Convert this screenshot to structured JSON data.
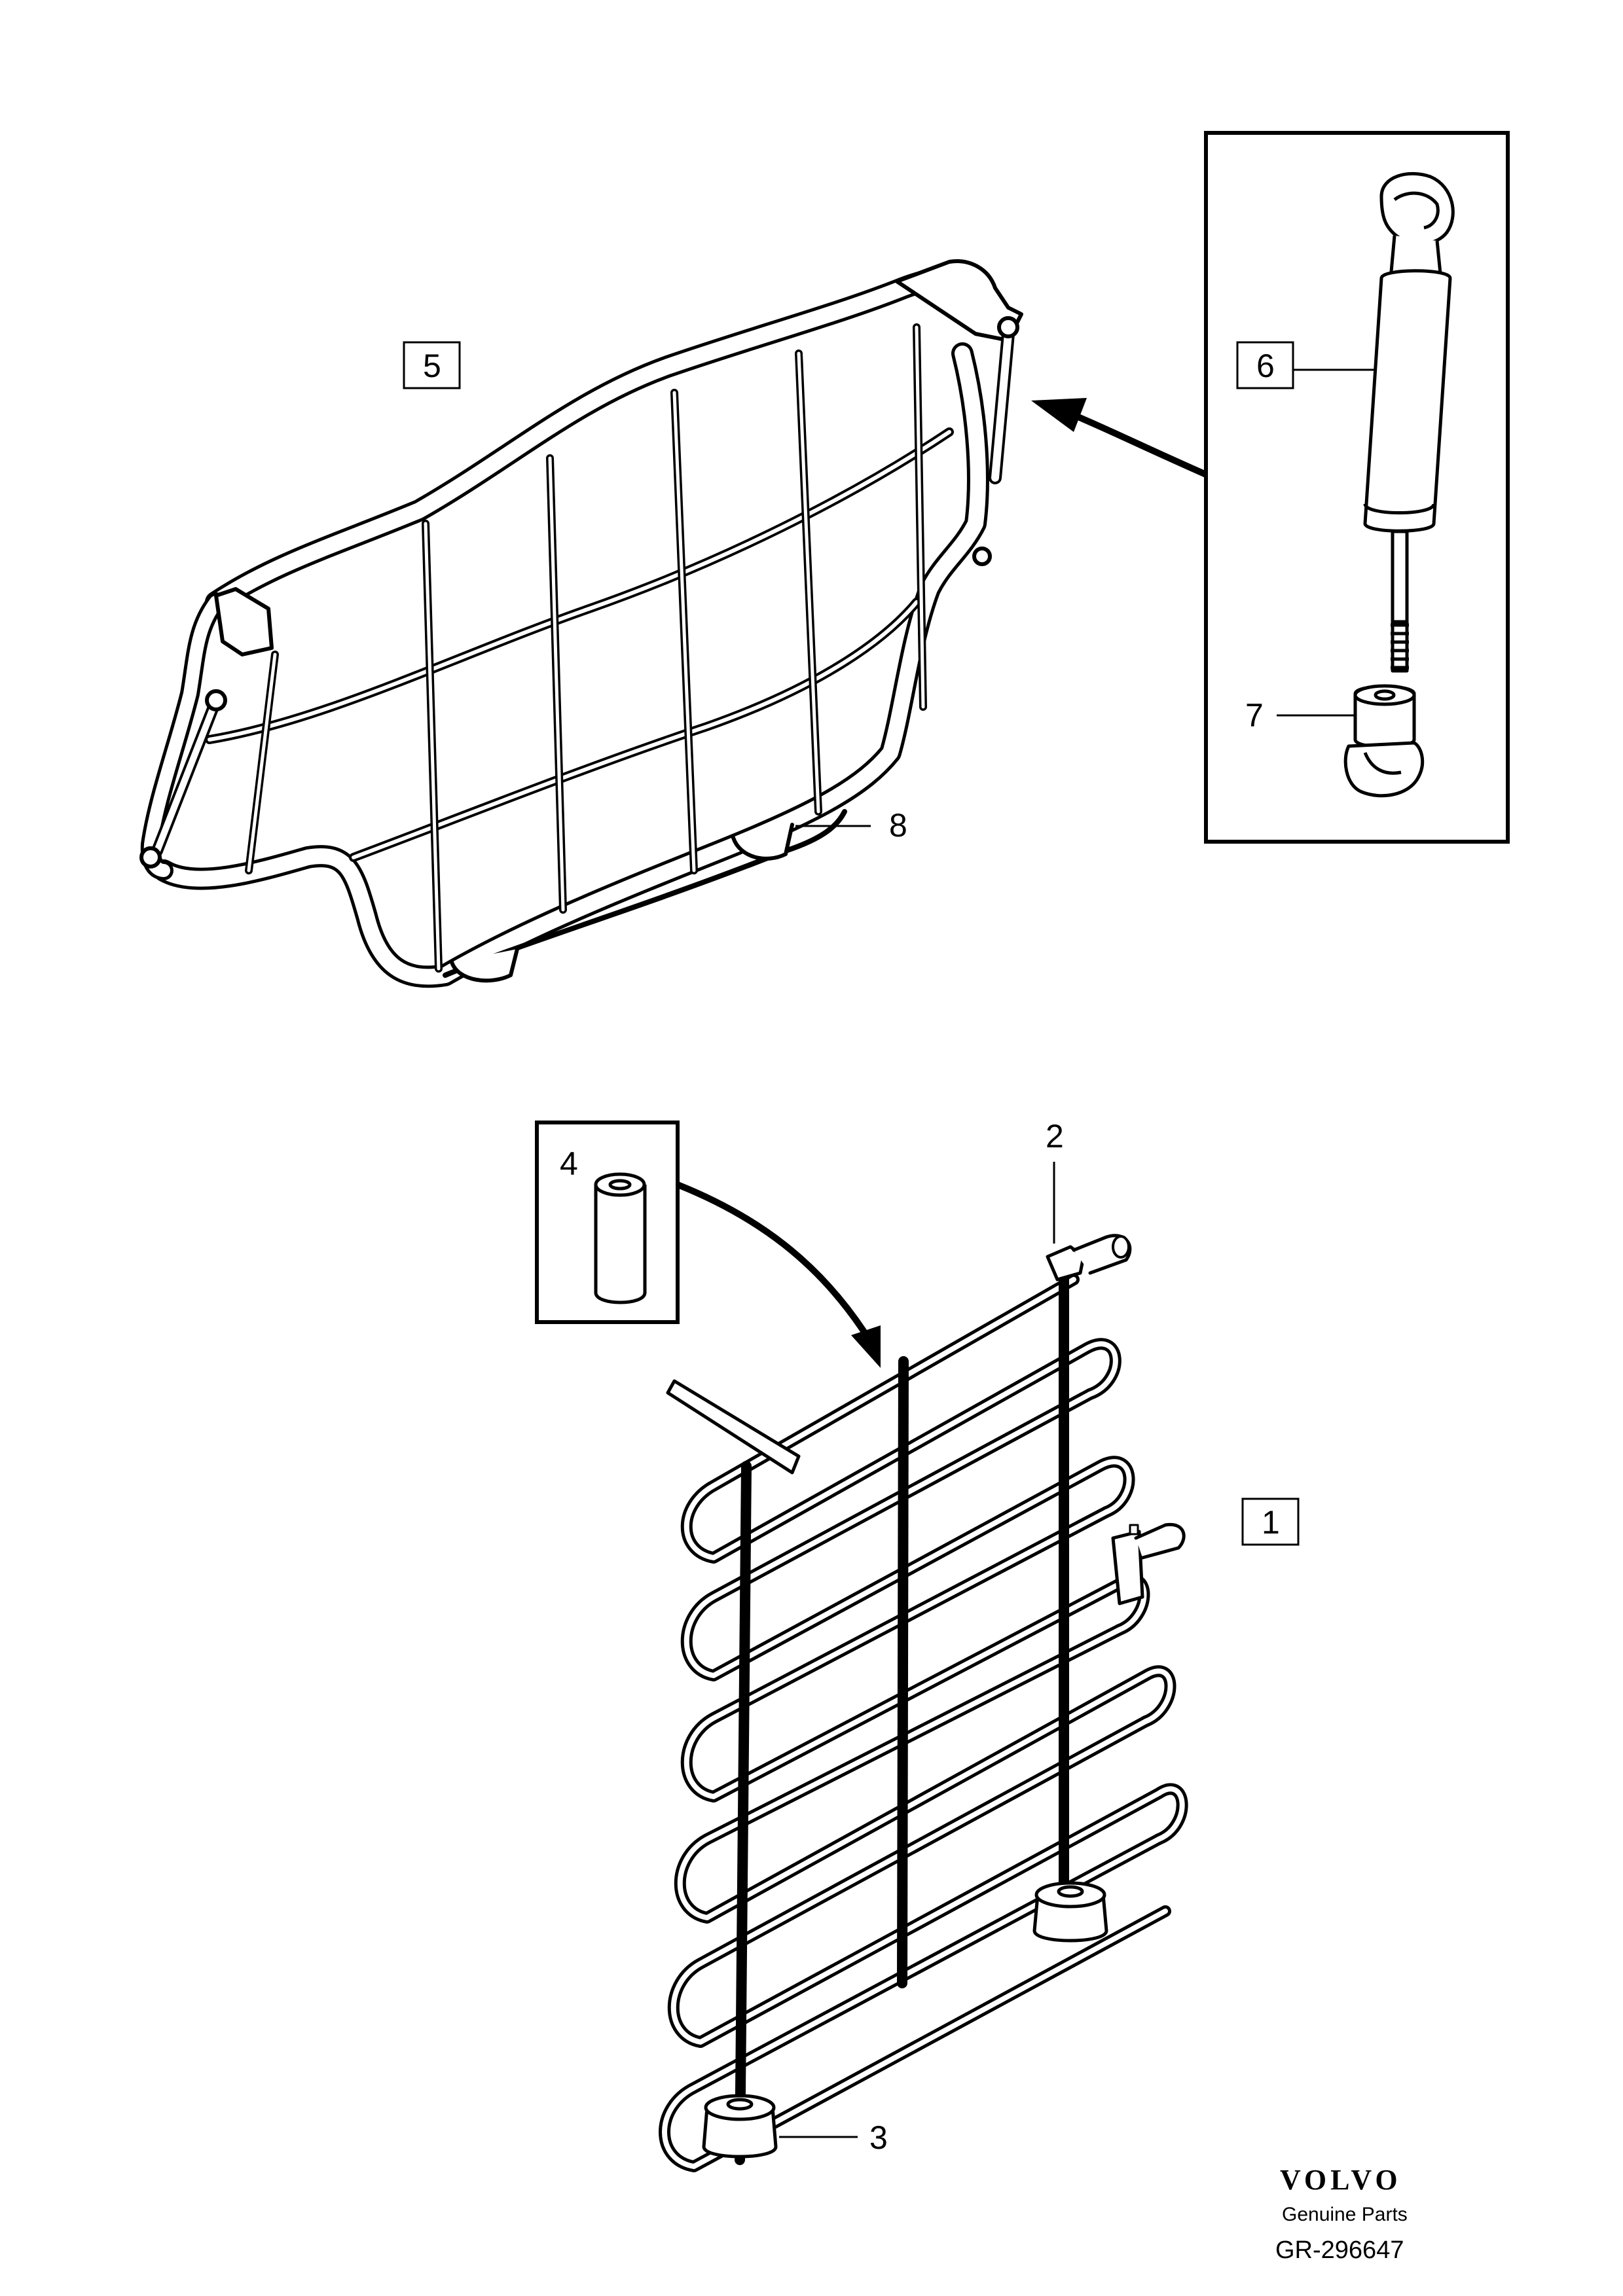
{
  "callouts": {
    "c1": "1",
    "c2": "2",
    "c3": "3",
    "c4": "4",
    "c5": "5",
    "c6": "6",
    "c7": "7",
    "c8": "8"
  },
  "brand": {
    "logo_text": "VOLVO",
    "subtitle": "Genuine Parts",
    "reference": "GR-296647"
  },
  "colors": {
    "line": "#000000",
    "background": "#ffffff",
    "fill_light": "#f2f2f2"
  }
}
